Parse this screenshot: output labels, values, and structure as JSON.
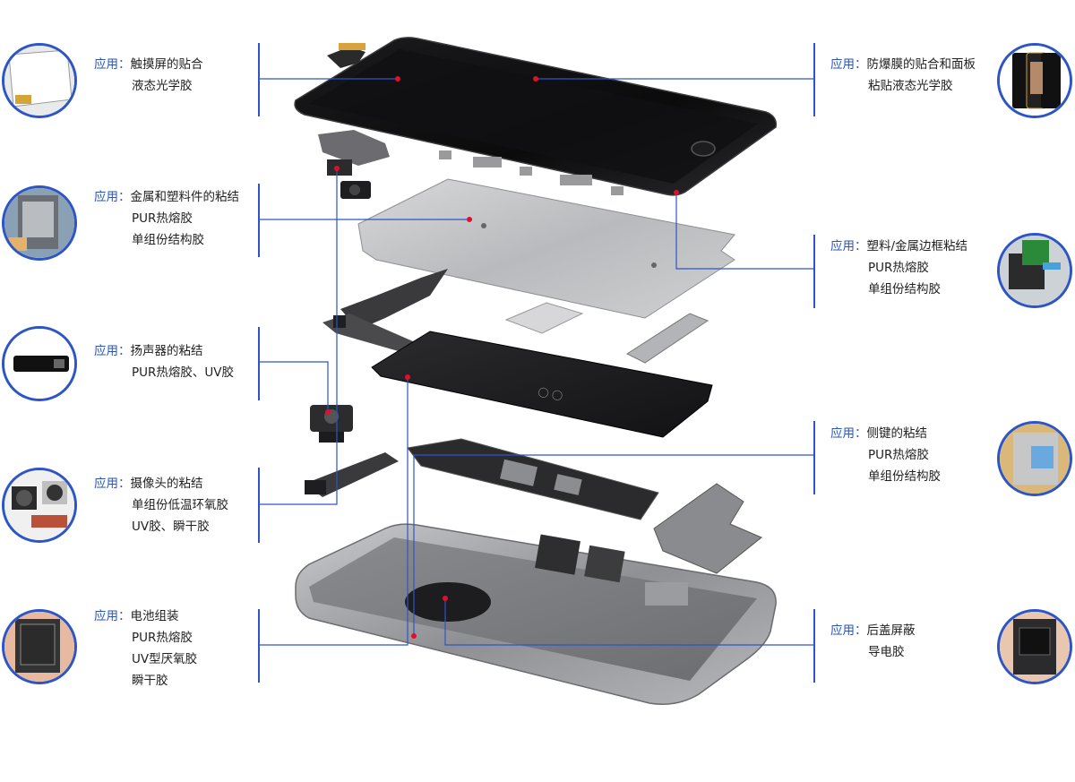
{
  "colors": {
    "accent": "#2d55c5",
    "prefix": "#2a55b8",
    "dot": "#e0102a",
    "text": "#222222"
  },
  "prefix": "应用：",
  "left_callouts": [
    {
      "lines": [
        "触摸屏的贴合",
        "液态光学胶"
      ],
      "thumb_icon": "touchscreen-photo"
    },
    {
      "lines": [
        "金属和塑料件的粘结",
        "PUR热熔胶",
        "单组份结构胶"
      ],
      "thumb_icon": "metal-frame-photo"
    },
    {
      "lines": [
        "扬声器的粘结",
        "PUR热熔胶、UV胶"
      ],
      "thumb_icon": "speaker-photo"
    },
    {
      "lines": [
        "摄像头的粘结",
        "单组份低温环氧胶",
        "UV胶、瞬干胶"
      ],
      "thumb_icon": "camera-module-photo"
    },
    {
      "lines": [
        "电池组装",
        "PUR热熔胶",
        "UV型厌氧胶",
        "瞬干胶"
      ],
      "thumb_icon": "battery-photo"
    }
  ],
  "right_callouts": [
    {
      "lines": [
        "防爆膜的贴合和面板",
        "粘贴液态光学胶"
      ],
      "thumb_icon": "screen-protector-photo"
    },
    {
      "lines": [
        "塑料/金属边框粘结",
        "PUR热熔胶",
        "单组份结构胶"
      ],
      "thumb_icon": "frame-bonding-photo"
    },
    {
      "lines": [
        "侧键的粘结",
        "PUR热熔胶",
        "单组份结构胶"
      ],
      "thumb_icon": "side-key-photo"
    },
    {
      "lines": [
        "后盖屏蔽",
        "导电胶"
      ],
      "thumb_icon": "back-cover-photo"
    }
  ]
}
